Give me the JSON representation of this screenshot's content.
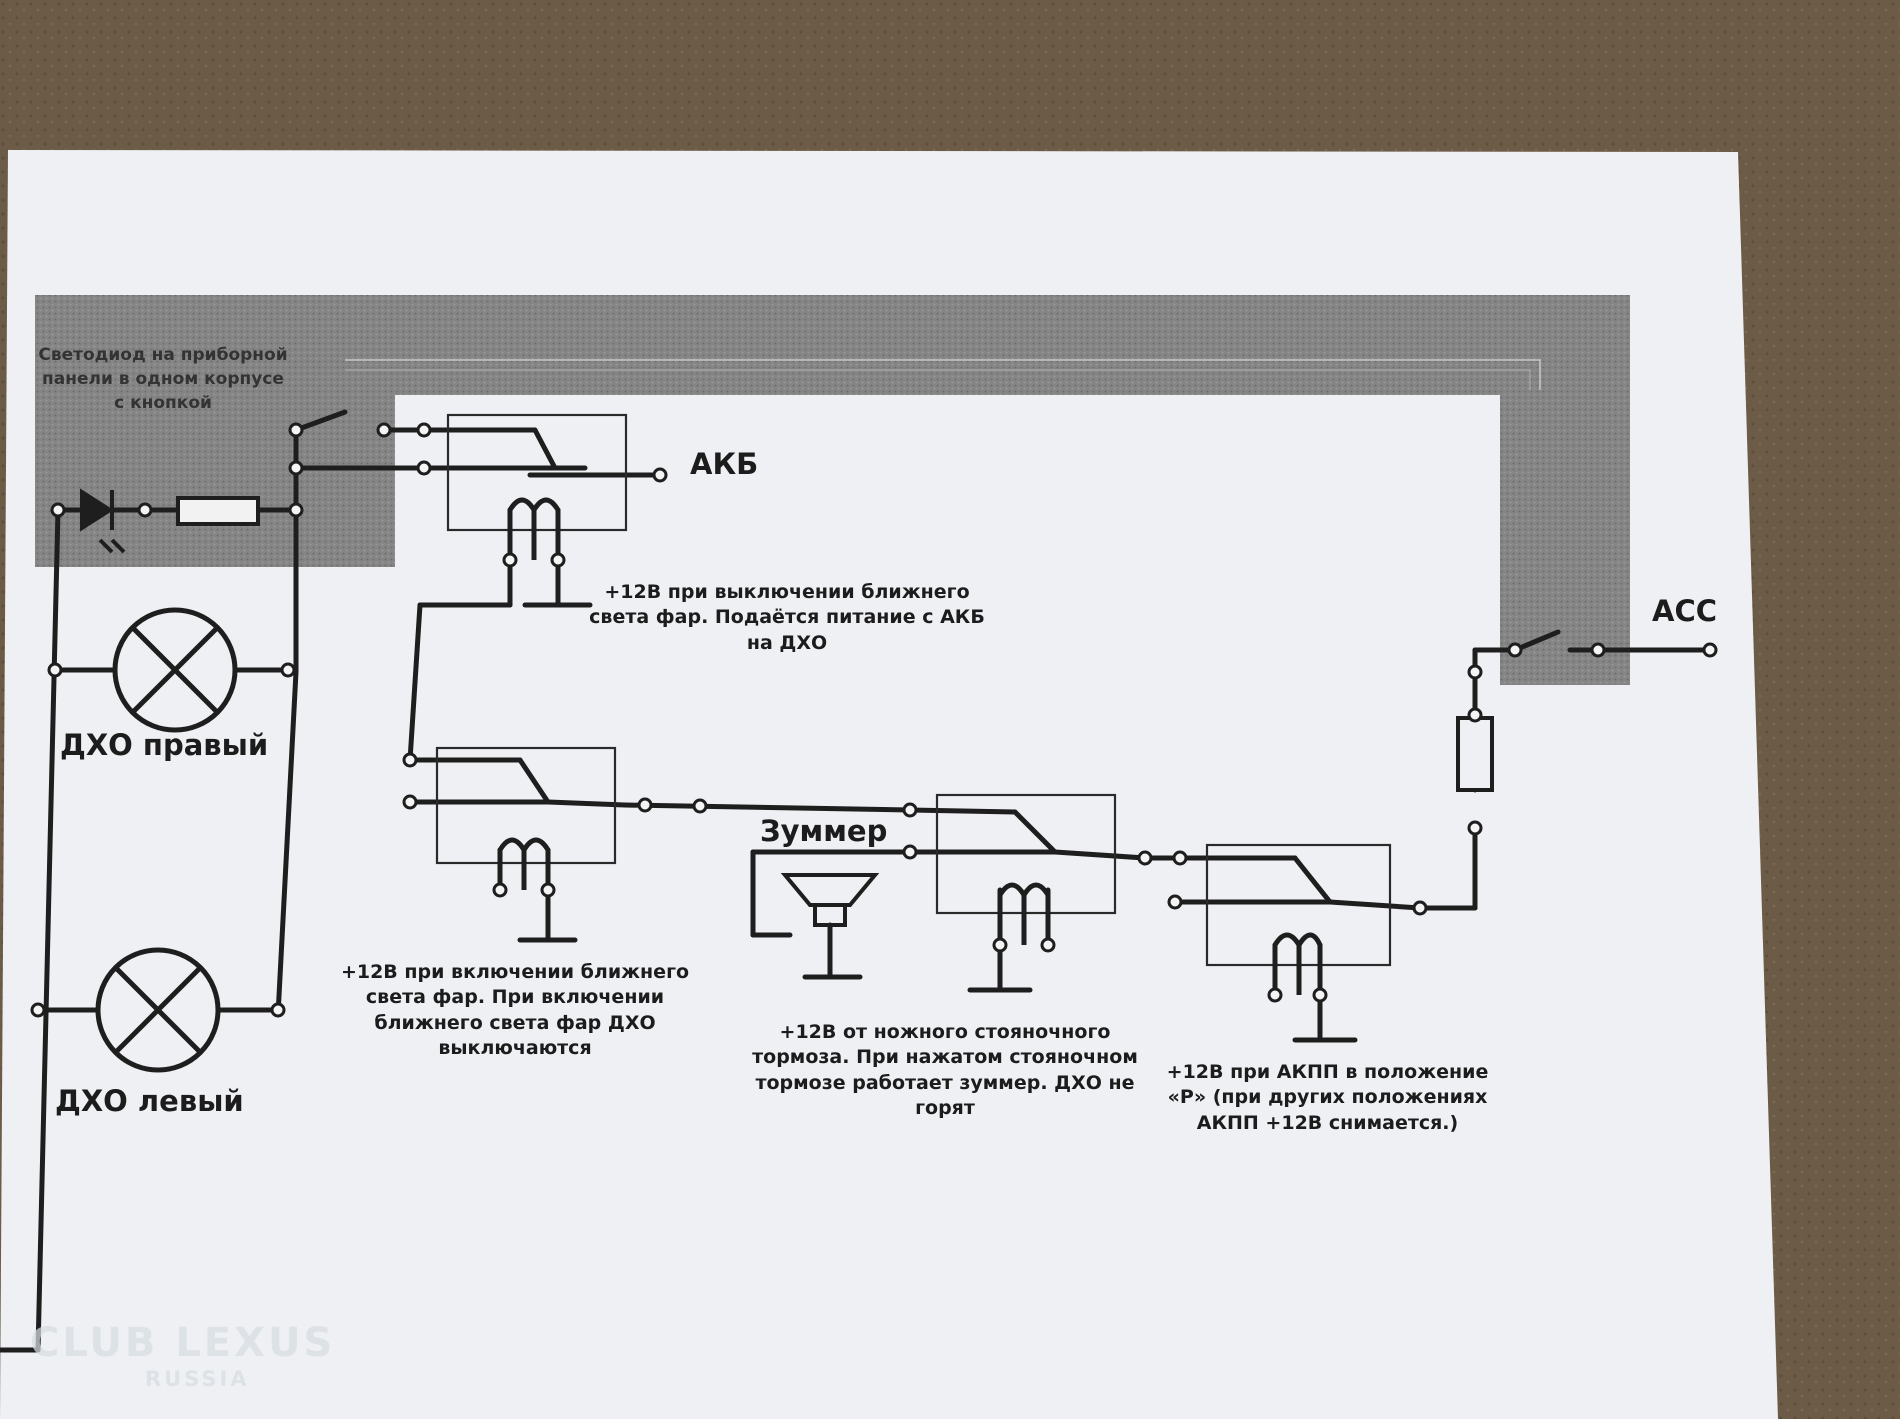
{
  "diagram": {
    "led_panel_label": "Светодиод на приборной панели в одном корпусе с кнопкой",
    "terminal_akb": "АКБ",
    "terminal_acc": "ACC",
    "drl_right": "ДХО правый",
    "drl_left": "ДХО левый",
    "buzzer": "Зуммер",
    "note_relay1": "+12В при выключении ближнего света фар. Подаётся питание с АКБ на ДХО",
    "note_relay2": "+12В при включении  ближнего света фар. При включении ближнего света фар ДХО выключаются",
    "note_relay3": "+12В от ножного стояночного тормоза. При нажатом стояночном тормозе работает зуммер. ДХО не горят",
    "note_relay4": "+12В при АКПП в положение «Р» (при других положениях АКПП +12В снимается.)"
  },
  "watermark": {
    "brand": "CLUB LEXUS",
    "sub": "RUSSIA"
  },
  "colors": {
    "paper": "#f1f3f6",
    "wire": "#1e1e1e",
    "highlight": "#8a8a8a",
    "background": "#6b5a45"
  }
}
